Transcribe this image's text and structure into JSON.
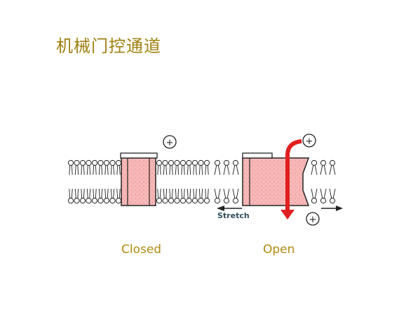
{
  "title": "机械门控通道",
  "labels": {
    "closed": "Closed",
    "open": "Open",
    "stretch": "Stretch",
    "ion": "+"
  },
  "colors": {
    "title_text": "#a08010",
    "caption_text": "#b08a10",
    "stretch_text": "#2f4f5f",
    "channel_fill": "#f4b0b0",
    "arrow_red": "#e02020",
    "lipid": "#333333"
  }
}
